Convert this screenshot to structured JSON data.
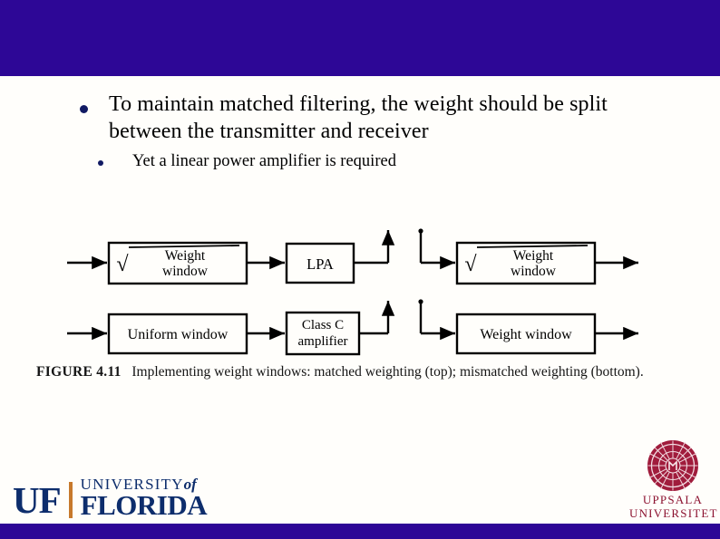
{
  "theme": {
    "banner_color": "#2d0796",
    "bullet_color": "#111a63",
    "text_color": "#000000",
    "uf_blue": "#0d2d6c",
    "uf_orange": "#c7792c",
    "uppsala_red": "#8c1230",
    "background": "#fffefb"
  },
  "bullets": {
    "level1": "To maintain matched filtering, the weight should be split between the transmitter and receiver",
    "level2": "Yet a linear power amplifier is required"
  },
  "figure": {
    "caption_number": "FIGURE 4.11",
    "caption_text": "Implementing weight windows: matched weighting (top); mismatched weighting (bottom).",
    "radical_symbol": "√",
    "rows": [
      {
        "name": "matched-weighting-row",
        "blocks": [
          {
            "id": "tx-sqrt-weight-window",
            "label_line1": "Weight",
            "label_line2": "window",
            "has_radical": true
          },
          {
            "id": "tx-lpa",
            "label_line1": "LPA",
            "label_line2": "",
            "has_radical": false
          },
          {
            "id": "rx-sqrt-weight-window",
            "label_line1": "Weight",
            "label_line2": "window",
            "has_radical": true
          }
        ]
      },
      {
        "name": "mismatched-weighting-row",
        "blocks": [
          {
            "id": "tx-uniform-window",
            "label_line1": "Uniform window",
            "label_line2": "",
            "has_radical": false
          },
          {
            "id": "tx-class-c-amplifier",
            "label_line1": "Class C",
            "label_line2": "amplifier",
            "has_radical": false
          },
          {
            "id": "rx-weight-window",
            "label_line1": "Weight window",
            "label_line2": "",
            "has_radical": false
          }
        ]
      }
    ]
  },
  "logos": {
    "uf": {
      "mark": "UF",
      "university": "UNIVERSITY",
      "of": "of",
      "florida": "FLORIDA"
    },
    "uppsala": {
      "line1": "UPPSALA",
      "line2": "UNIVERSITET"
    }
  }
}
